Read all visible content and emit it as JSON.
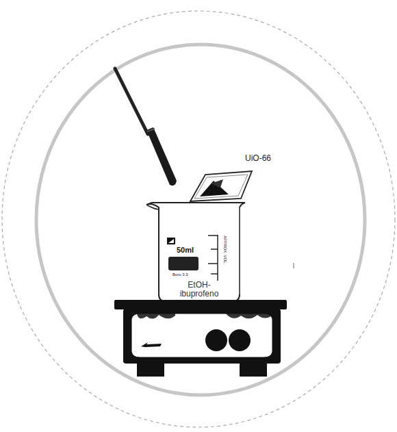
{
  "diagram": {
    "labels": [
      "UiO-66",
      "50ml",
      "Boro 3.3",
      "APPROX. VOL.",
      "EtOH- ibuprofeno"
    ]
  }
}
